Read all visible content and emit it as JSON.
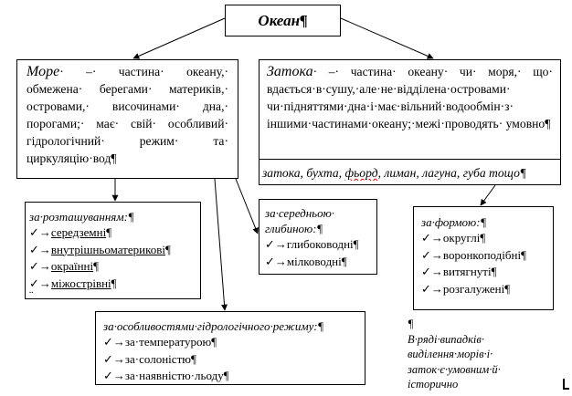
{
  "title": "Океан¶",
  "sea": {
    "term": "Море",
    "definition": "· –· частина· океану,· обмежена· берегами· материків,· островами,· височинами· дна,· порогами;· має· свій· особливий· гідрологічний· режим· та· циркуляцію·вод¶"
  },
  "bay": {
    "term": "Затока",
    "definition": "· –· частина· океану· чи· моря,· що· вдається·в·сушу,·але·не·відділена·островами· чи·підняттями·дна·і·має·вільний·водообмін·з· іншими·частинами·океану;·межі·проводять· умовно¶",
    "examples_pre": "затока, бухта, ",
    "examples_fiord": "фьорд",
    "examples_post": ", лиман, лагуна, губа тощо¶"
  },
  "by_location": {
    "title": "за·розташуванням:¶",
    "items": [
      {
        "prefix": "✓→",
        "text": "середземні",
        "suffix": "¶"
      },
      {
        "prefix": "✓→",
        "text": "внутрішньоматерикові",
        "suffix": "¶"
      },
      {
        "prefix": "✓→",
        "text": "окраїнні",
        "suffix": "¶"
      },
      {
        "prefix": "✓→",
        "text": "міжострівні",
        "suffix": "¶"
      }
    ],
    "trailing_mark": "¨"
  },
  "by_depth": {
    "title": "за·середньою· глибиною:¶",
    "items": [
      {
        "prefix": "✓→",
        "text": "глибоководні",
        "suffix": "¶"
      },
      {
        "prefix": "✓→",
        "text": "мілководні",
        "suffix": "¶"
      }
    ]
  },
  "by_shape": {
    "title": "за·формою:¶",
    "items": [
      {
        "prefix": "✓→",
        "text": "округлі",
        "suffix": "¶"
      },
      {
        "prefix": "✓→",
        "text": "воронкоподібні",
        "suffix": "¶"
      },
      {
        "prefix": "✓→",
        "text": "витягнуті",
        "suffix": "¶"
      },
      {
        "prefix": "✓→",
        "text": "розгалужені",
        "suffix": "¶"
      }
    ]
  },
  "by_hydro": {
    "title": "за·особливостями·гідрологічного·режиму:¶",
    "items": [
      {
        "prefix": "✓→",
        "text": "за·температурою",
        "suffix": "¶"
      },
      {
        "prefix": "✓→",
        "text": "за·солоністю",
        "suffix": "¶"
      },
      {
        "prefix": "✓→",
        "text": "за·наявністю·льоду",
        "suffix": "¶"
      }
    ]
  },
  "note": {
    "mark": "¶",
    "text": "В·ряді·випадків· виділення·морів·і· заток·є·умовним·й· історично"
  }
}
